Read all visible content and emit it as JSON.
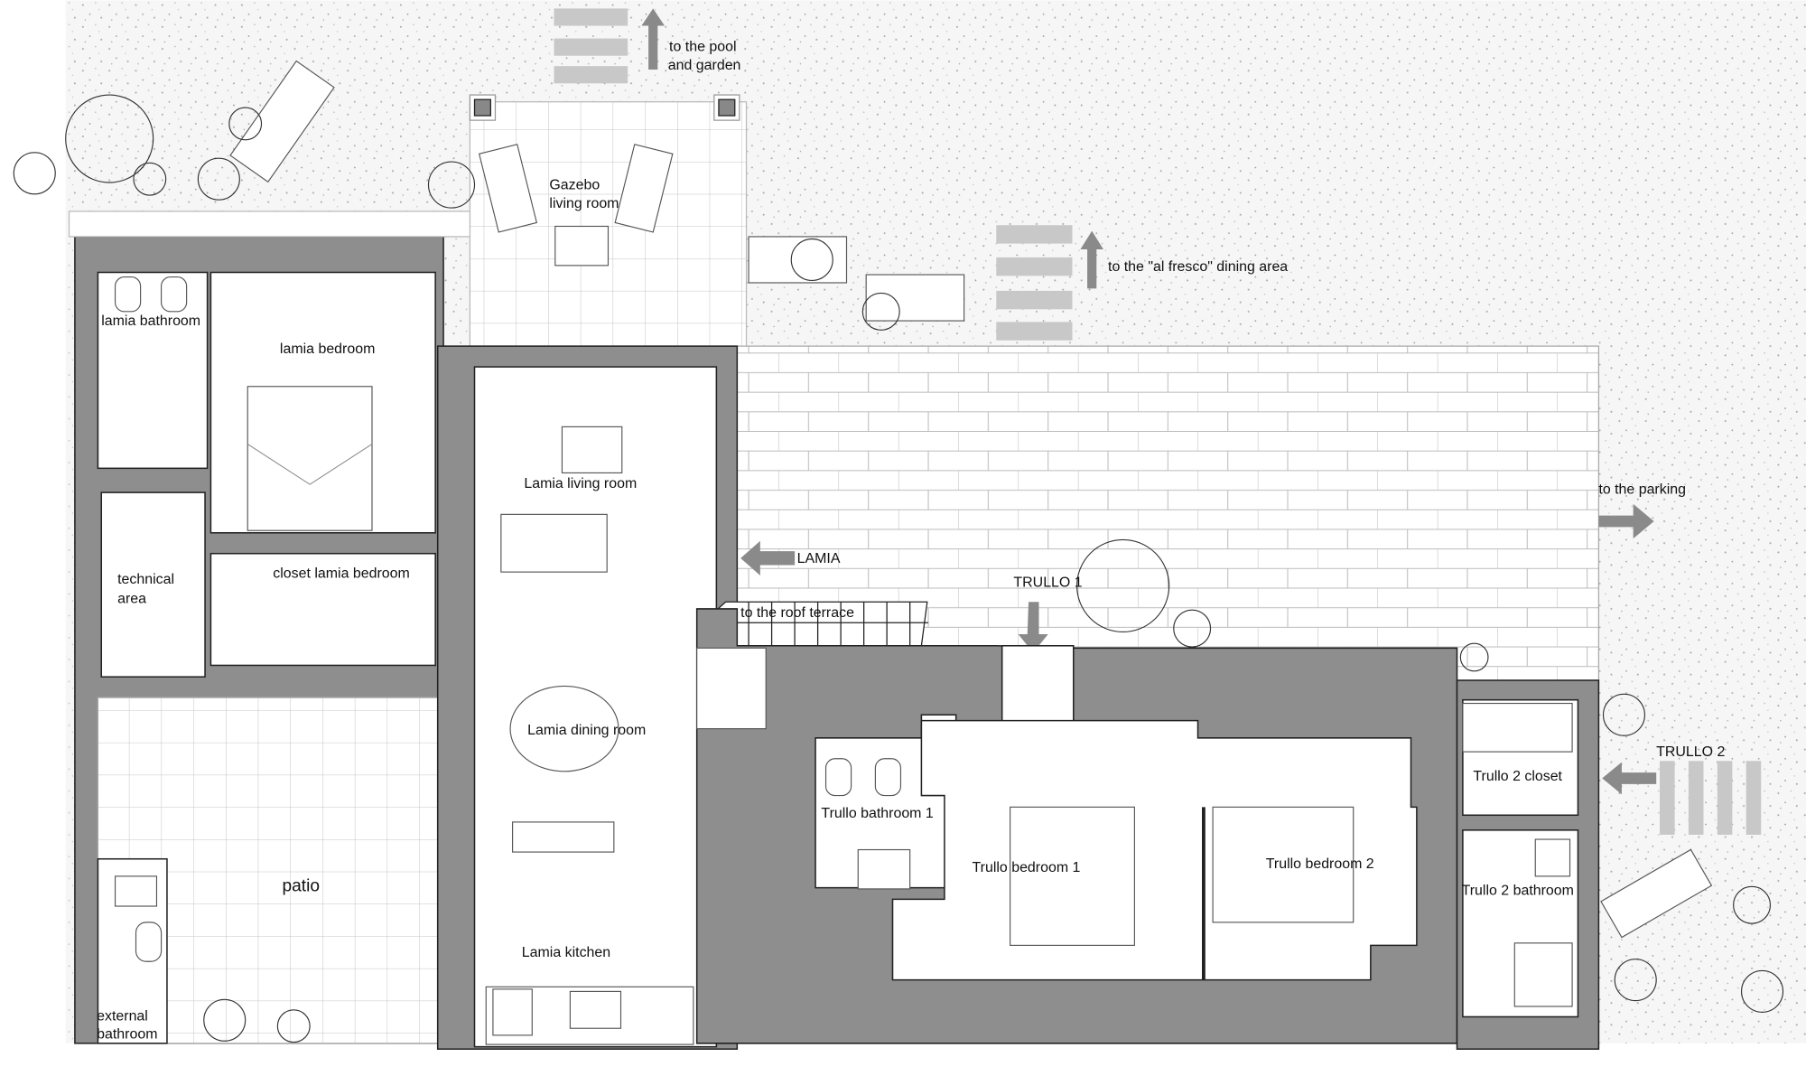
{
  "plan": {
    "labels": {
      "pool_line1": "to the pool",
      "pool_line2": "and garden",
      "gazebo_line1": "Gazebo",
      "gazebo_line2": "living room",
      "alfresco": "to the \"al fresco\" dining area",
      "lamia_bathroom": "lamia bathroom",
      "lamia_bedroom": "lamia bedroom",
      "lamia_living_room": "Lamia living room",
      "parking": "to the parking",
      "lamia_entrance": "LAMIA",
      "technical_line1": "technical",
      "technical_line2": "area",
      "closet_lamia_bedroom": "closet lamia bedroom",
      "trullo1_entrance": "TRULLO 1",
      "roof_terrace": "to the roof terrace",
      "lamia_dining_room": "Lamia dining room",
      "trullo2_entrance": "TRULLO 2",
      "trullo2_closet": "Trullo 2 closet",
      "trullo_bathroom_1": "Trullo bathroom 1",
      "trullo_bedroom_1": "Trullo bedroom 1",
      "trullo_bedroom_2": "Trullo bedroom 2",
      "patio": "patio",
      "trullo2_bathroom": "Trullo 2 bathroom",
      "lamia_kitchen": "Lamia kitchen",
      "external_line1": "external",
      "external_line2": "bathroom"
    },
    "colors": {
      "wall": "#8e8e8e",
      "arrow": "#8a8a8a",
      "gravel": "#f5f5f5",
      "steps": "#c8c8c8"
    }
  }
}
